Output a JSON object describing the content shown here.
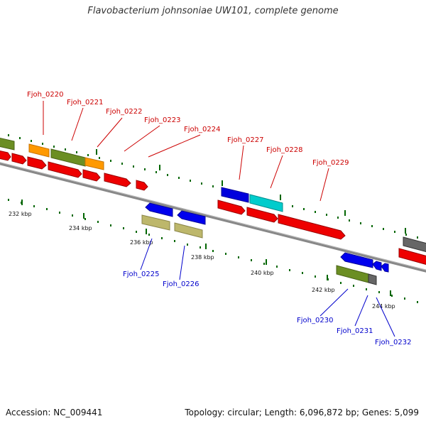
{
  "title": "Flavobacterium johnsoniae UW101, complete genome",
  "footer": {
    "accession": "Accession: NC_009441",
    "summary": "Topology: circular; Length: 6,096,872 bp; Genes: 5,099"
  },
  "colors": {
    "forward_label": "#cc0000",
    "reverse_label": "#0000cc",
    "tick": "#006600",
    "backbone": "#888888"
  },
  "kbp_labels": [
    "232 kbp",
    "234 kbp",
    "236 kbp",
    "238 kbp",
    "240 kbp",
    "242 kbp",
    "244 kbp"
  ],
  "forward_gene_labels": [
    "Fjoh_0220",
    "Fjoh_0221",
    "Fjoh_0222",
    "Fjoh_0223",
    "Fjoh_0224",
    "Fjoh_0227",
    "Fjoh_0228",
    "Fjoh_0229"
  ],
  "reverse_gene_labels": [
    "Fjoh_0225",
    "Fjoh_0226",
    "Fjoh_0230",
    "Fjoh_0231",
    "Fjoh_0232"
  ]
}
